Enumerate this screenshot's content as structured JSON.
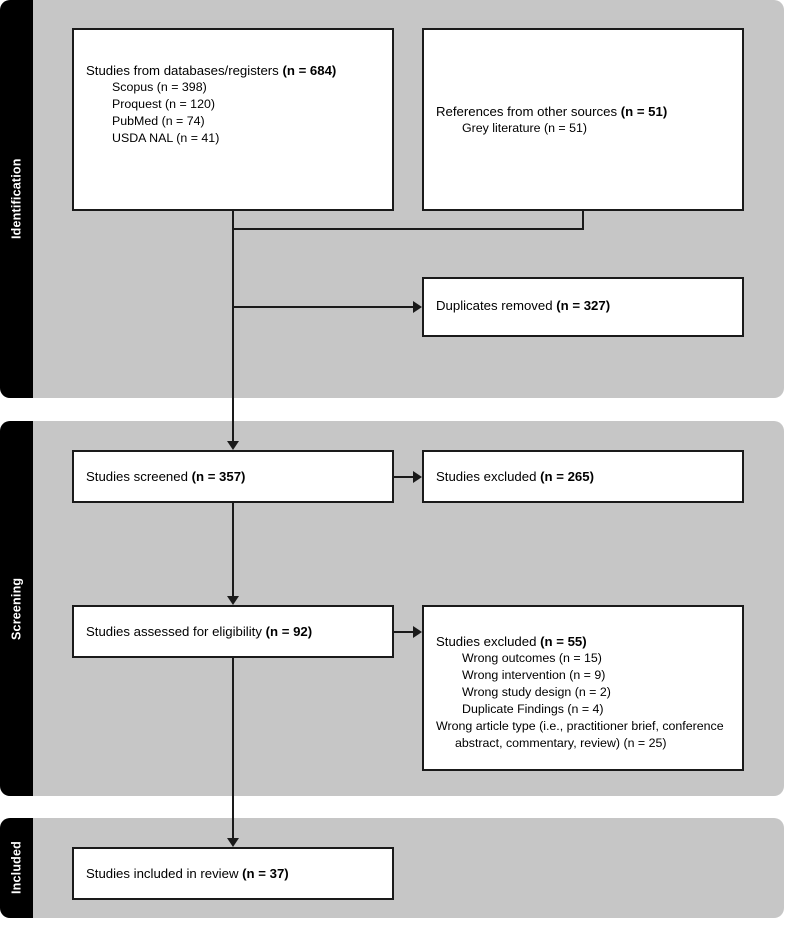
{
  "diagram": {
    "type": "prisma-flow-diagram",
    "colors": {
      "band_background": "#c6c6c6",
      "phase_bar": "#000000",
      "phase_label_text": "#ffffff",
      "box_background": "#ffffff",
      "box_border": "#1a1a1a",
      "connector": "#1a1a1a"
    }
  },
  "phases": [
    {
      "label": "Identification"
    },
    {
      "label": "Screening"
    },
    {
      "label": "Included"
    }
  ],
  "nodes": {
    "databases": {
      "title_plain": "Studies from databases/registers ",
      "title_bold": "(n = 684)",
      "sources": [
        "Scopus (n = 398)",
        "Proquest (n = 120)",
        "PubMed (n = 74)",
        "USDA NAL (n = 41)"
      ]
    },
    "other_sources": {
      "title_plain": "References from other sources ",
      "title_bold": "(n = 51)",
      "sources": [
        "Grey literature (n = 51)"
      ]
    },
    "duplicates": {
      "title_plain": "Duplicates removed ",
      "title_bold": "(n = 327)"
    },
    "screened": {
      "title_plain": "Studies screened ",
      "title_bold": "(n = 357)"
    },
    "excluded_screening": {
      "title_plain": "Studies excluded ",
      "title_bold": "(n = 265)"
    },
    "eligibility": {
      "title_plain": "Studies assessed for eligibility ",
      "title_bold": "(n = 92)"
    },
    "excluded_eligibility": {
      "title_plain": "Studies excluded ",
      "title_bold": "(n = 55)",
      "reasons": [
        "Wrong outcomes (n = 15)",
        "Wrong intervention (n = 9)",
        "Wrong study design (n = 2)",
        "Duplicate Findings (n = 4)",
        "Wrong article type (i.e., practitioner brief, conference abstract, commentary, review) (n = 25)"
      ]
    },
    "included": {
      "title_plain": "Studies included in review ",
      "title_bold": "(n = 37)"
    }
  }
}
